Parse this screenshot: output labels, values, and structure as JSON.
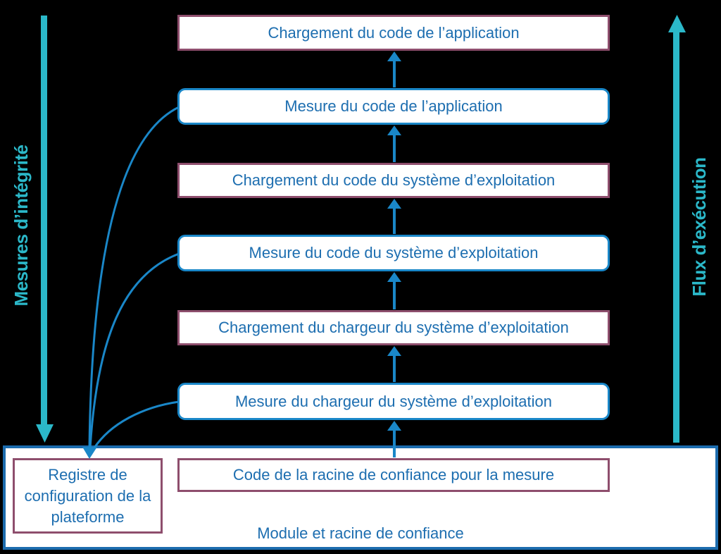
{
  "side_labels": {
    "left": "Mesures d’intégrité",
    "right": "Flux d’exécution"
  },
  "chain": [
    {
      "label": "Chargement du code de l’application",
      "kind": "chargement"
    },
    {
      "label": "Mesure du code de l’application",
      "kind": "mesure"
    },
    {
      "label": "Chargement du code du système d’exploitation",
      "kind": "chargement"
    },
    {
      "label": "Mesure du code du système d’exploitation",
      "kind": "mesure"
    },
    {
      "label": "Chargement du chargeur du système d’exploitation",
      "kind": "chargement"
    },
    {
      "label": "Mesure du chargeur du système d’exploitation",
      "kind": "mesure"
    }
  ],
  "trust_module": {
    "label": "Module et racine de confiance",
    "registre_label": "Registre de configuration de la plateforme",
    "code_label": "Code de la racine de confiance pour la mesure"
  },
  "icons": {
    "left_arrow": "down-arrow-teal",
    "right_arrow": "up-arrow-teal",
    "chain_arrows": "up-arrow-blue",
    "measure_curves": "curved-arrow-to-register"
  },
  "colors": {
    "background": "#000000",
    "teal_accent": "#2bb8c9",
    "arrow_blue": "#1a87c8",
    "text_blue": "#1d6eb0",
    "container_border_blue": "#1c6cae",
    "load_box_border_maroon": "#8e4e6d",
    "box_fill": "#ffffff"
  }
}
